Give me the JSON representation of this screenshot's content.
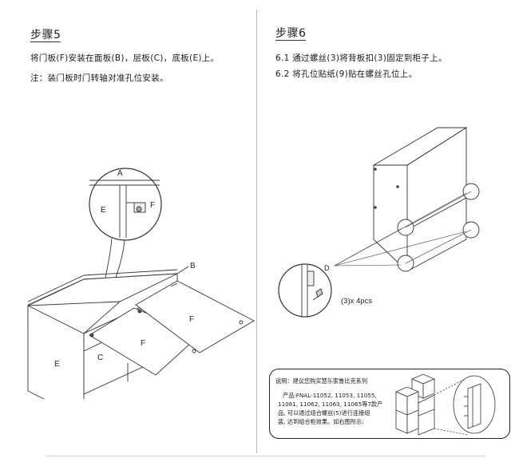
{
  "step5": {
    "title": "步骤5",
    "line1": "将门板(F)安装在面板(B)，层板(C)，底板(E)上。",
    "line2": "注：装门板时门转轴对准孔位安装。"
  },
  "step6": {
    "title": "步骤6",
    "line1": "6.1  通过螺丝(3)将背板扣(3)固定到柜子上。",
    "line2": "6.2  将孔位贴纸(9)贴在螺丝孔位上。"
  },
  "diagram5": {
    "labels": {
      "a": "A",
      "e_detail": "E",
      "f_detail": "F",
      "b": "B",
      "f_left": "F",
      "f_right": "F",
      "c": "C",
      "e": "E"
    }
  },
  "diagram6": {
    "labels": {
      "d": "D",
      "qty": "(3)x 4pcs"
    }
  },
  "note": {
    "title": "说明：建议您购买慧乐家鲁比克系列",
    "line1": "产品:FNAL-11052, 11053, 11055,",
    "line2": "11061, 11062, 11063, 11065等7款产",
    "line3": "品, 可以通过组合螺丝(5)进行连接组",
    "line4": "装, 达到组合柜效果。如右图所示:"
  }
}
